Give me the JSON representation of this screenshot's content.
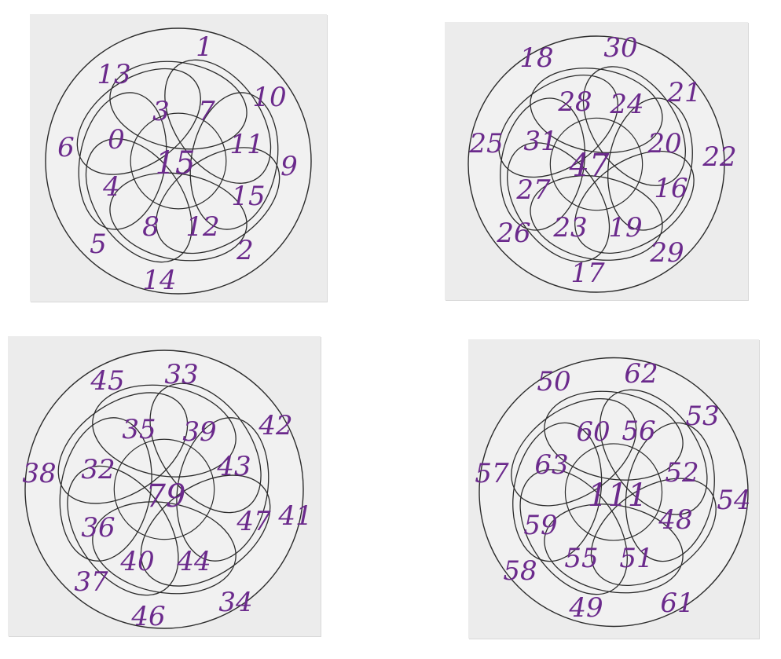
{
  "colors": {
    "paper": "#ececec",
    "ink_outline": "#2b2b2b",
    "ink_numbers": "#6b2a8c",
    "background": "#ffffff"
  },
  "panels": [
    {
      "id": "top-left",
      "center_label": "15",
      "outer_labels": [
        "1",
        "10",
        "9",
        "2",
        "14",
        "5",
        "6",
        "13"
      ],
      "middle_labels": [
        "7",
        "11",
        "15",
        "12",
        "8",
        "4",
        "0",
        "3"
      ]
    },
    {
      "id": "top-right",
      "center_label": "47",
      "outer_labels": [
        "30",
        "21",
        "22",
        "29",
        "17",
        "26",
        "25",
        "18"
      ],
      "middle_labels": [
        "24",
        "20",
        "16",
        "19",
        "23",
        "27",
        "31",
        "28"
      ]
    },
    {
      "id": "bottom-left",
      "center_label": "79",
      "outer_labels": [
        "33",
        "42",
        "41",
        "34",
        "46",
        "37",
        "38",
        "45"
      ],
      "middle_labels": [
        "39",
        "43",
        "47",
        "44",
        "40",
        "36",
        "32",
        "35"
      ]
    },
    {
      "id": "bottom-right",
      "center_label": "111",
      "outer_labels": [
        "62",
        "53",
        "54",
        "61",
        "49",
        "58",
        "57",
        "50"
      ],
      "middle_labels": [
        "56",
        "52",
        "48",
        "51",
        "55",
        "59",
        "63",
        "60"
      ]
    }
  ]
}
